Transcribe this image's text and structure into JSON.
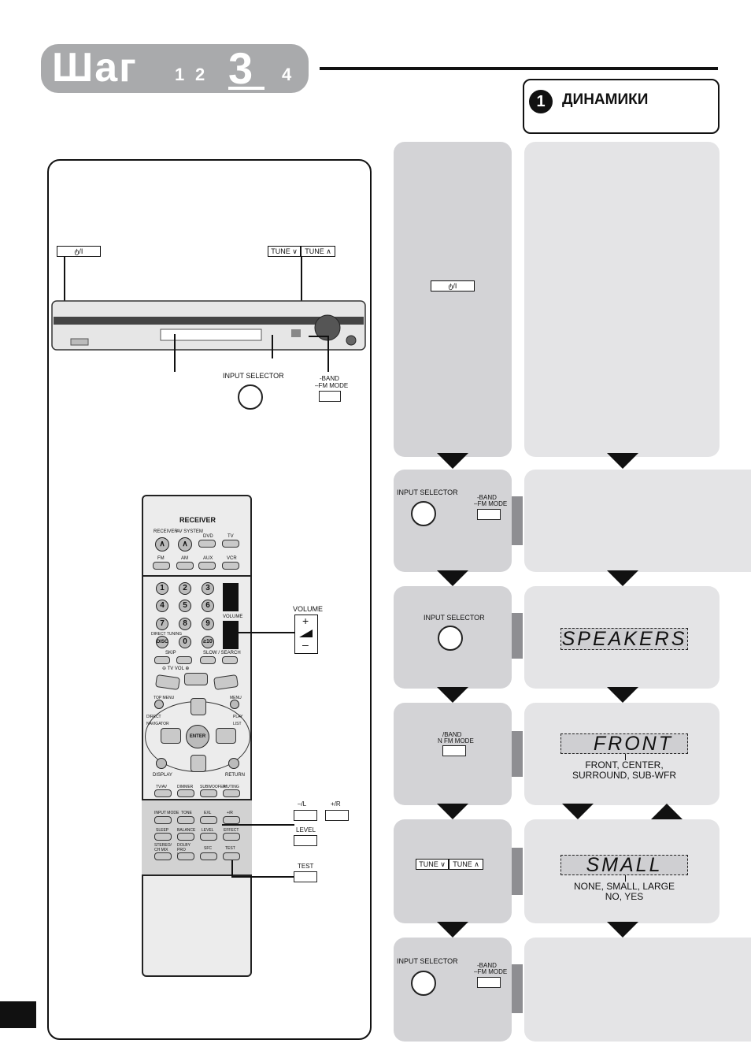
{
  "header": {
    "step_word": "Шаг",
    "step_numbers": [
      "1",
      "2",
      "3",
      "4"
    ],
    "current_step": "3",
    "section_number": "1",
    "section_title": "ДИНАМИКИ"
  },
  "front_panel": {
    "power_label": "ტ/I",
    "tune_down": "TUNE ∨",
    "tune_up": "TUNE ∧",
    "input_selector": "INPUT SELECTOR",
    "band_label": "-BAND",
    "fm_mode_label": "–FM MODE"
  },
  "remote": {
    "brand": "RECEIVER",
    "row1": [
      "RECEIVER",
      "AV SYSTEM",
      "DVD",
      "TV"
    ],
    "row2": [
      "FM",
      "AM",
      "AUX",
      "VCR"
    ],
    "digits": [
      "1",
      "2",
      "3",
      "4",
      "5",
      "6",
      "7",
      "8",
      "9",
      "0",
      "≥10"
    ],
    "disc": "DISC",
    "direct_tuning": "DIRECT TUNING",
    "volume_small": "VOLUME",
    "skip": "SKIP",
    "slow_search": "SLOW / SEARCH",
    "tv_vol": "⊖ TV VOL ⊕",
    "top_menu": "TOP MENU",
    "menu": "MENU",
    "direct_navigator": "DIRECT NAVIGATOR",
    "play_list": "PLAY LIST",
    "enter": "ENTER",
    "display": "DISPLAY",
    "return": "RETURN",
    "bottom_row": [
      "TV/AV",
      "DIMMER",
      "SUBWOOFER",
      "MUTING"
    ],
    "lower_row1": [
      "INPUT MODE",
      "TONE",
      "EXL",
      "+/R"
    ],
    "lower_row2": [
      "SLEEP",
      "BALANCE",
      "LEVEL",
      "EFFECT"
    ],
    "lower_row3": [
      "STEREO/ CH MIX",
      "DOLBY PRO LOGIC II",
      "SFC",
      "TEST"
    ]
  },
  "callouts": {
    "volume": "VOLUME",
    "plus": "+",
    "minus": "–",
    "minus_l": "–/L",
    "plus_r": "+/R",
    "level": "LEVEL",
    "test": "TEST"
  },
  "steps": {
    "power_label": "ტ/I",
    "input_selector": "INPUT SELECTOR",
    "band": "-BAND",
    "fm_mode": "–FM MODE",
    "band_alt": "/BAND",
    "fm_mode_alt": "N FM MODE",
    "tune_down": "TUNE ∨",
    "tune_up": "TUNE ∧"
  },
  "displays": {
    "speakers": "SPEAKERS",
    "front": "FRONT",
    "front_caption": "FRONT, CENTER,\nSURROUND, SUB-WFR",
    "small": "SMALL",
    "small_caption_1": "NONE, SMALL, LARGE",
    "small_caption_2": "NO, YES"
  }
}
